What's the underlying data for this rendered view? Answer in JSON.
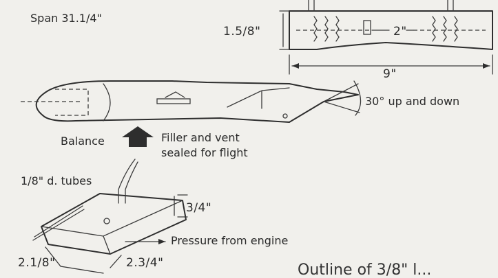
{
  "labels": {
    "span": "Span 31.1/4\"",
    "wing_thickness": "1.5/8\"",
    "center_chord": "2\"",
    "tip_width": "9\"",
    "deflection": "30° up and down",
    "balance": "Balance",
    "filler_line1": "Filler and vent",
    "filler_line2": "sealed for flight",
    "tubes": "1/8\" d. tubes",
    "tank_height": "3/4\"",
    "pressure": "Pressure from engine",
    "tank_length": "2.1/8\"",
    "tank_width": "2.3/4\"",
    "caption": "Outline of 3/8\" l..."
  },
  "colors": {
    "ink": "#2e2e2e",
    "paper": "#f1f0ec"
  }
}
